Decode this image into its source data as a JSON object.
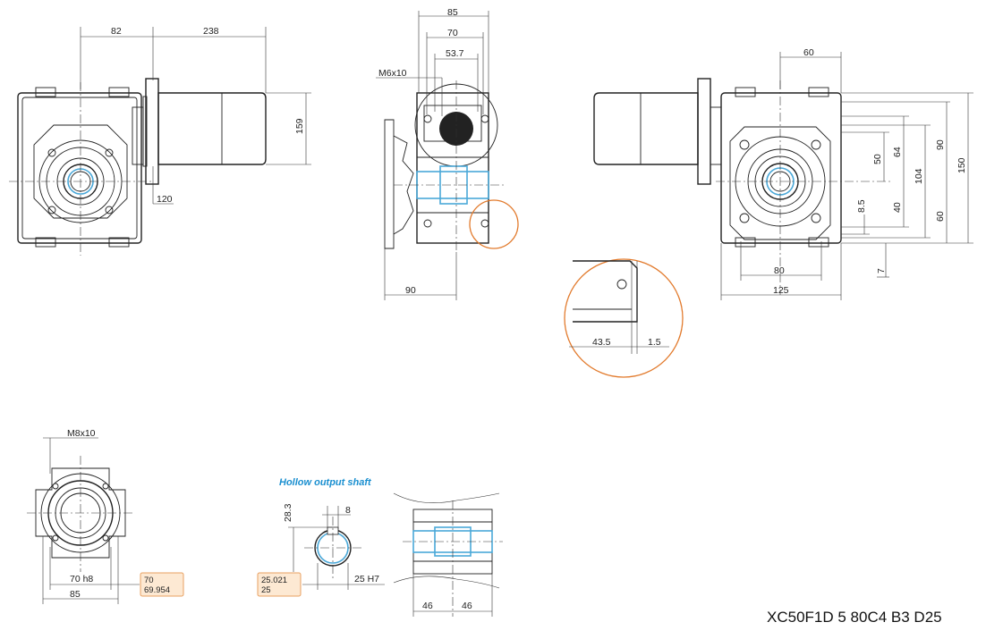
{
  "drawing": {
    "title": "Hollow output shaft",
    "code": "XC50F1D 5 80C4 B3 D25",
    "dimensions": {
      "d82": "82",
      "d238": "238",
      "d159": "159",
      "d120": "120",
      "d85top": "85",
      "d70": "70",
      "d53_7": "53.7",
      "m6x10": "M6x10",
      "d90": "90",
      "d60top": "60",
      "d50": "50",
      "d64": "64",
      "d90r": "90",
      "d104": "104",
      "d150": "150",
      "d40": "40",
      "d60r": "60",
      "d8_5": "8.5",
      "d7": "7",
      "d80": "80",
      "d125": "125",
      "d43_5": "43.5",
      "d1_5": "1.5",
      "m8x10": "M8x10",
      "d70h8": "70 h8",
      "d85bot": "85",
      "d28_3": "28.3",
      "d8": "8",
      "d25h7": "25 H7",
      "d46a": "46",
      "d46b": "46"
    },
    "tolerance_boxes": {
      "flange_upper": "70",
      "flange_lower": "69.954",
      "bore_upper": "25.021",
      "bore_lower": "25"
    },
    "colors": {
      "accent_blue": "#1a8fd0",
      "detail_orange": "#e27a2c",
      "tol_fill": "#fde9d3",
      "tol_stroke": "#e8a060"
    }
  }
}
